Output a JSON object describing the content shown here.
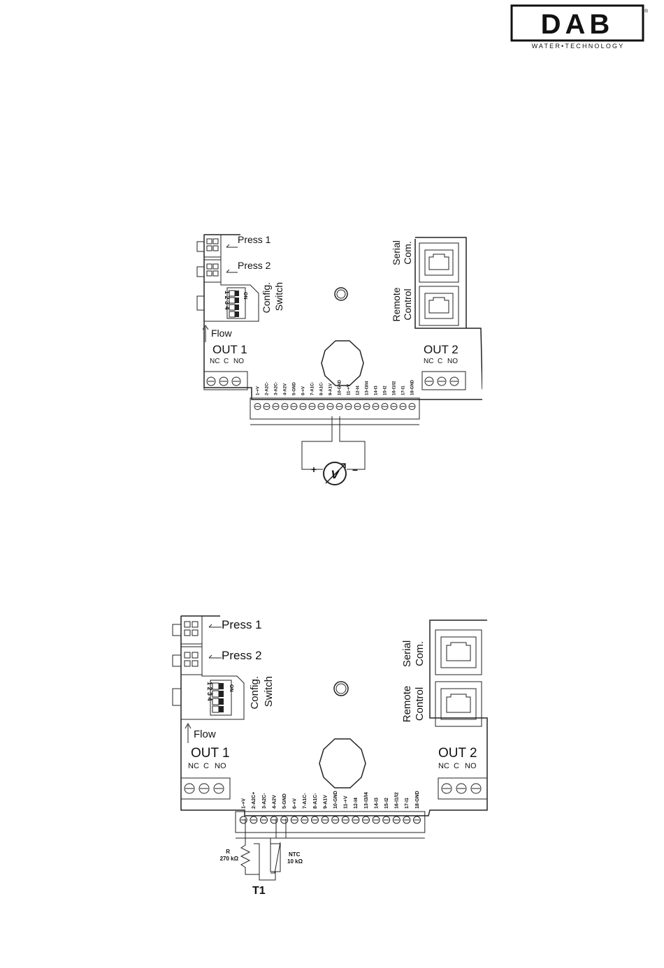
{
  "logo": {
    "brand": "DAB",
    "tagline": "WATER•TECHNOLOGY"
  },
  "diagram1": {
    "connectors": {
      "press1": "Press 1",
      "press2": "Press 2",
      "flow": "Flow"
    },
    "config_switch": {
      "line1": "Config.",
      "line2": "Switch",
      "on": "ON",
      "numbers": "1 2 3 4"
    },
    "outputs": {
      "out1": "OUT 1",
      "out2": "OUT 2",
      "out1_terms": [
        "NC",
        "C",
        "NO"
      ],
      "out2_terms": [
        "NC",
        "C",
        "NO"
      ]
    },
    "ports": {
      "serial_1": "Serial",
      "serial_2": "Com.",
      "remote_1": "Remote",
      "remote_2": "Control"
    },
    "terminals": [
      "1-+V",
      "2-A2C-",
      "3-A2C-",
      "4-A2V",
      "5-GND",
      "6-+V",
      "7-A1C-",
      "8-A1C-",
      "9-A1V",
      "10-GND",
      "11-+V",
      "12-I4",
      "13-I3/I4",
      "14-I3",
      "15-I2",
      "16-I1/I2",
      "17-I1",
      "18-GND"
    ],
    "meter": {
      "plus": "+",
      "minus": "–",
      "symbol": "V"
    }
  },
  "diagram2": {
    "connectors": {
      "press1": "Press 1",
      "press2": "Press 2",
      "flow": "Flow"
    },
    "config_switch": {
      "line1": "Config.",
      "line2": "Switch",
      "on": "ON",
      "numbers": "1 2 3 4"
    },
    "outputs": {
      "out1": "OUT 1",
      "out2": "OUT 2",
      "out1_terms": [
        "NC",
        "C",
        "NO"
      ],
      "out2_terms": [
        "NC",
        "C",
        "NO"
      ]
    },
    "ports": {
      "serial_1": "Serial",
      "serial_2": "Com.",
      "remote_1": "Remote",
      "remote_2": "Control"
    },
    "terminals": [
      "1-+V",
      "2-A2C+",
      "3-A2C-",
      "4-A2V",
      "5-GND",
      "6-+V",
      "7-A1C-",
      "8-A1C-",
      "9-A1V",
      "10-GND",
      "11-+V",
      "12-I4",
      "13-I3/I4",
      "14-I3",
      "15-I2",
      "16-I1/I2",
      "17-I1",
      "18-GND"
    ],
    "resistor": {
      "name": "R",
      "value": "270 kΩ"
    },
    "ntc": {
      "name": "NTC",
      "value": "10 kΩ"
    },
    "sensor_label": "T1"
  }
}
